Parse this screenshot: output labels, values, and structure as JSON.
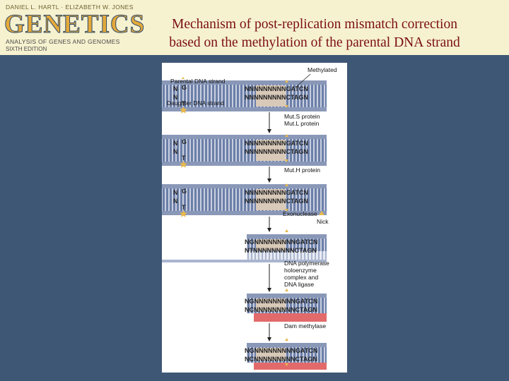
{
  "logo": {
    "authors": "DANIEL L. HARTL · ELIZABETH W. JONES",
    "wordmark": "GENETICS",
    "subtitle": "ANALYSIS OF GENES AND GENOMES",
    "edition": "SIXTH EDITION"
  },
  "title": {
    "line1": "Mechanism of post-replication mismatch correction",
    "line2": "based on the methylation of the parental DNA strand"
  },
  "figure": {
    "labels": {
      "methylated": "Methylated",
      "parental": "Parental DNA strand",
      "daughter": "Daughter DNA strand",
      "nick": "Nick"
    },
    "steps": [
      {
        "line1": "Mut.S protein",
        "line2": "Mut.L protein"
      },
      {
        "line1": "Mut.H protein",
        "line2": ""
      },
      {
        "line1": "Exonuclease",
        "line2": ""
      },
      {
        "line1": "DNA polymerase",
        "line2": "holoenzyme",
        "line3": "complex and",
        "line4": "DNA ligase"
      },
      {
        "line1": "Dam methylase",
        "line2": ""
      }
    ],
    "sequences": {
      "stage1_top": "NNNNNNNNNGATCN",
      "stage1_bottom": "NNNNNNNNNCTAGN",
      "stage4_top": "NGNNNNNNNNNGATCN",
      "stage4_bottom": "NTNNNNNNNNNCTAGN",
      "stage5_bottom": "NCNNNNNNNNNCTAGN",
      "left_n": "N",
      "parental_base": "G",
      "daughter_base": "T"
    }
  },
  "colors": {
    "background": "#3e5775",
    "header": "#f6f1cf",
    "title": "#7a0e12",
    "strand": "#c9cfe0",
    "rungs": "#5b6f9a",
    "new_strand": "#e36a6a",
    "methyl_star": "#e7b84c"
  }
}
